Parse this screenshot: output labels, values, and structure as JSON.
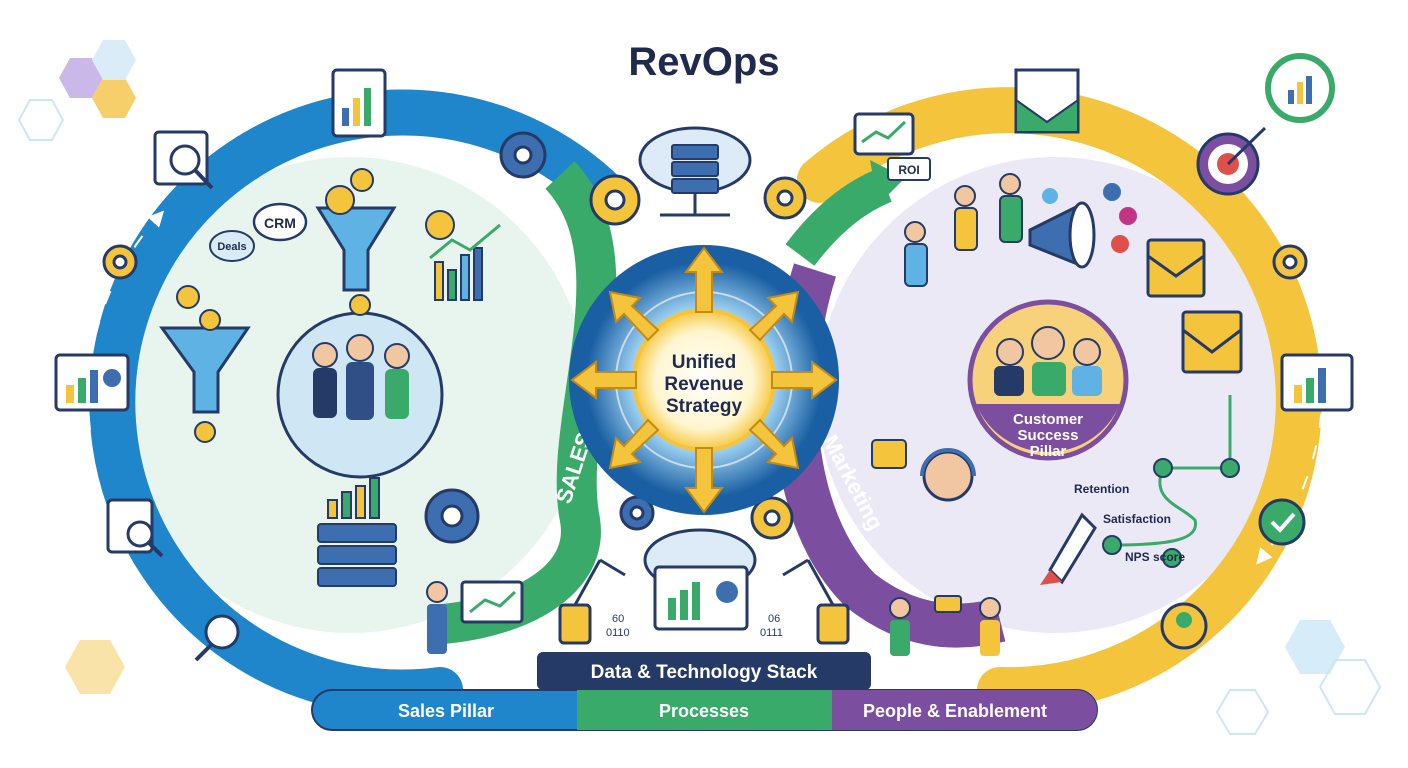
{
  "title": "RevOps",
  "center": {
    "line1": "Unified",
    "line2": "Revenue",
    "line3": "Strategy"
  },
  "arcs": {
    "sales": "SALES",
    "marketing": "Marketing"
  },
  "icons": {
    "crm": "CRM",
    "deals": "Deals",
    "roi": "ROI"
  },
  "customer_success": {
    "line1": "Customer",
    "line2": "Success",
    "line3": "Pillar"
  },
  "metrics": {
    "retention": "Retention",
    "satisfaction": "Satisfaction",
    "nps": "NPS score"
  },
  "binary": {
    "left_top": "60",
    "left_bottom": "0110",
    "right_top": "06",
    "right_bottom": "0111"
  },
  "bottom": {
    "stack": "Data & Technology Stack",
    "pillars": [
      "Sales Pillar",
      "Processes",
      "People & Enablement"
    ]
  },
  "colors": {
    "title": "#1f2a4d",
    "sales_blue": "#1f86cc",
    "green": "#3aaa6a",
    "marketing_purple": "#7b4ea0",
    "success_yellow": "#f3c43c",
    "navy": "#253a66"
  }
}
